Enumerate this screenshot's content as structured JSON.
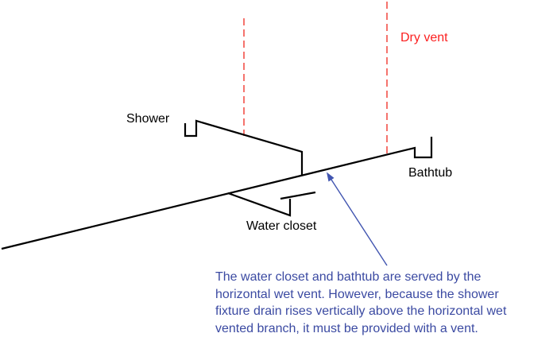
{
  "labels": {
    "shower": "Shower",
    "bathtub": "Bathtub",
    "water_closet": "Water closet",
    "dry_vent": "Dry vent"
  },
  "annotation": {
    "lines": [
      "The water closet and bathtub are served by the",
      "horizontal wet vent. However, because the shower",
      "fixture drain rises vertically above the horizontal wet",
      "vented branch, it must be provided with a vent."
    ]
  },
  "colors": {
    "drain_line": "#000000",
    "dry_vent_dash": "#f2453d",
    "dry_vent_text": "#fb1f1f",
    "annotation_text": "#3b4aa2",
    "arrow": "#4155b0",
    "background": "#ffffff"
  }
}
